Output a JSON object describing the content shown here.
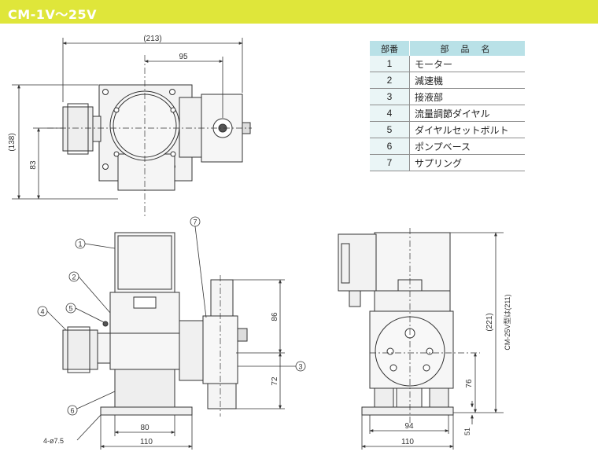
{
  "title": "CM-1V～25V",
  "colors": {
    "title_bg": "#dfe63a",
    "table_header": "#b9e1e7",
    "line": "#333333"
  },
  "parts_table": {
    "header_no": "部番",
    "header_name": "部 品 名",
    "rows": [
      {
        "no": "1",
        "name": "モーター"
      },
      {
        "no": "2",
        "name": "減速機"
      },
      {
        "no": "3",
        "name": "接液部"
      },
      {
        "no": "4",
        "name": "流量調節ダイヤル"
      },
      {
        "no": "5",
        "name": "ダイヤルセットボルト"
      },
      {
        "no": "6",
        "name": "ポンプベース"
      },
      {
        "no": "7",
        "name": "サプリング"
      }
    ]
  },
  "dimensions": {
    "d213": "(213)",
    "d95": "95",
    "d138": "(138)",
    "d83": "83",
    "d86": "86",
    "d72": "72",
    "d80": "80",
    "d110_front": "110",
    "hole": "4-ø7.5",
    "d94": "94",
    "d110_side": "110",
    "d221": "(221)",
    "d211": "CM-25V型は(211)",
    "d76": "76",
    "d51": "51"
  },
  "callouts": {
    "c1": "1",
    "c2": "2",
    "c3": "3",
    "c4": "4",
    "c5": "5",
    "c6": "6",
    "c7": "7"
  }
}
